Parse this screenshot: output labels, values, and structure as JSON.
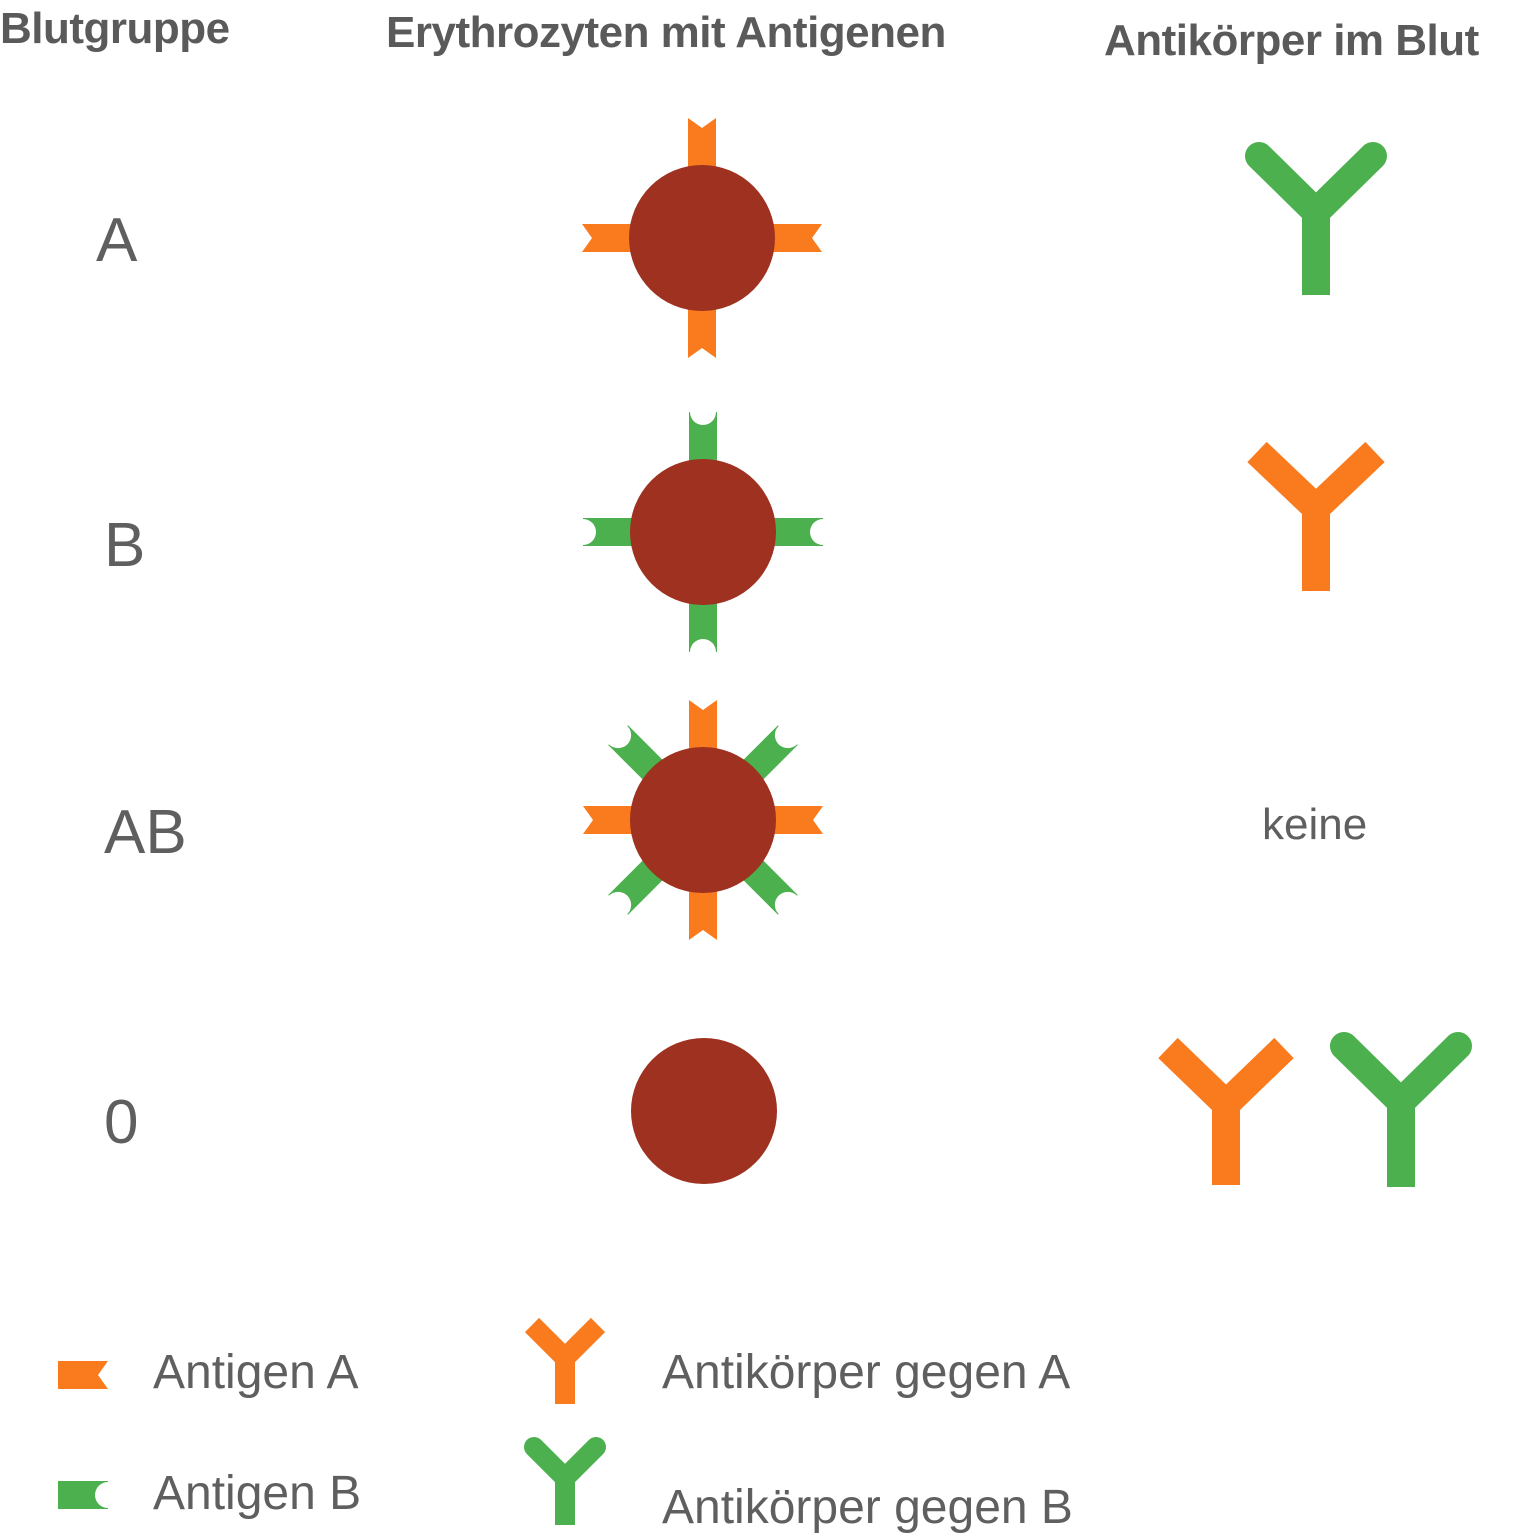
{
  "headers": {
    "blutgruppe": "Blutgruppe",
    "erythrozyten": "Erythrozyten mit Antigenen",
    "antikoerper": "Antikörper im Blut"
  },
  "rows": [
    {
      "group": "A",
      "antigens": [
        "A"
      ],
      "antibodies": [
        "anti-B"
      ]
    },
    {
      "group": "B",
      "antigens": [
        "B"
      ],
      "antibodies": [
        "anti-A"
      ]
    },
    {
      "group": "AB",
      "antigens": [
        "A",
        "B"
      ],
      "antibodies": [],
      "antibody_text": "keine"
    },
    {
      "group": "0",
      "antigens": [],
      "antibodies": [
        "anti-A",
        "anti-B"
      ]
    }
  ],
  "legend": {
    "antigen_a": "Antigen A",
    "antigen_b": "Antigen B",
    "antibody_a": "Antikörper gegen A",
    "antibody_b": "Antikörper gegen B"
  },
  "colors": {
    "cell": "#9e3120",
    "antigen_a": "#f97b1e",
    "antigen_b": "#4cb04f",
    "text": "#5f5f5f"
  }
}
